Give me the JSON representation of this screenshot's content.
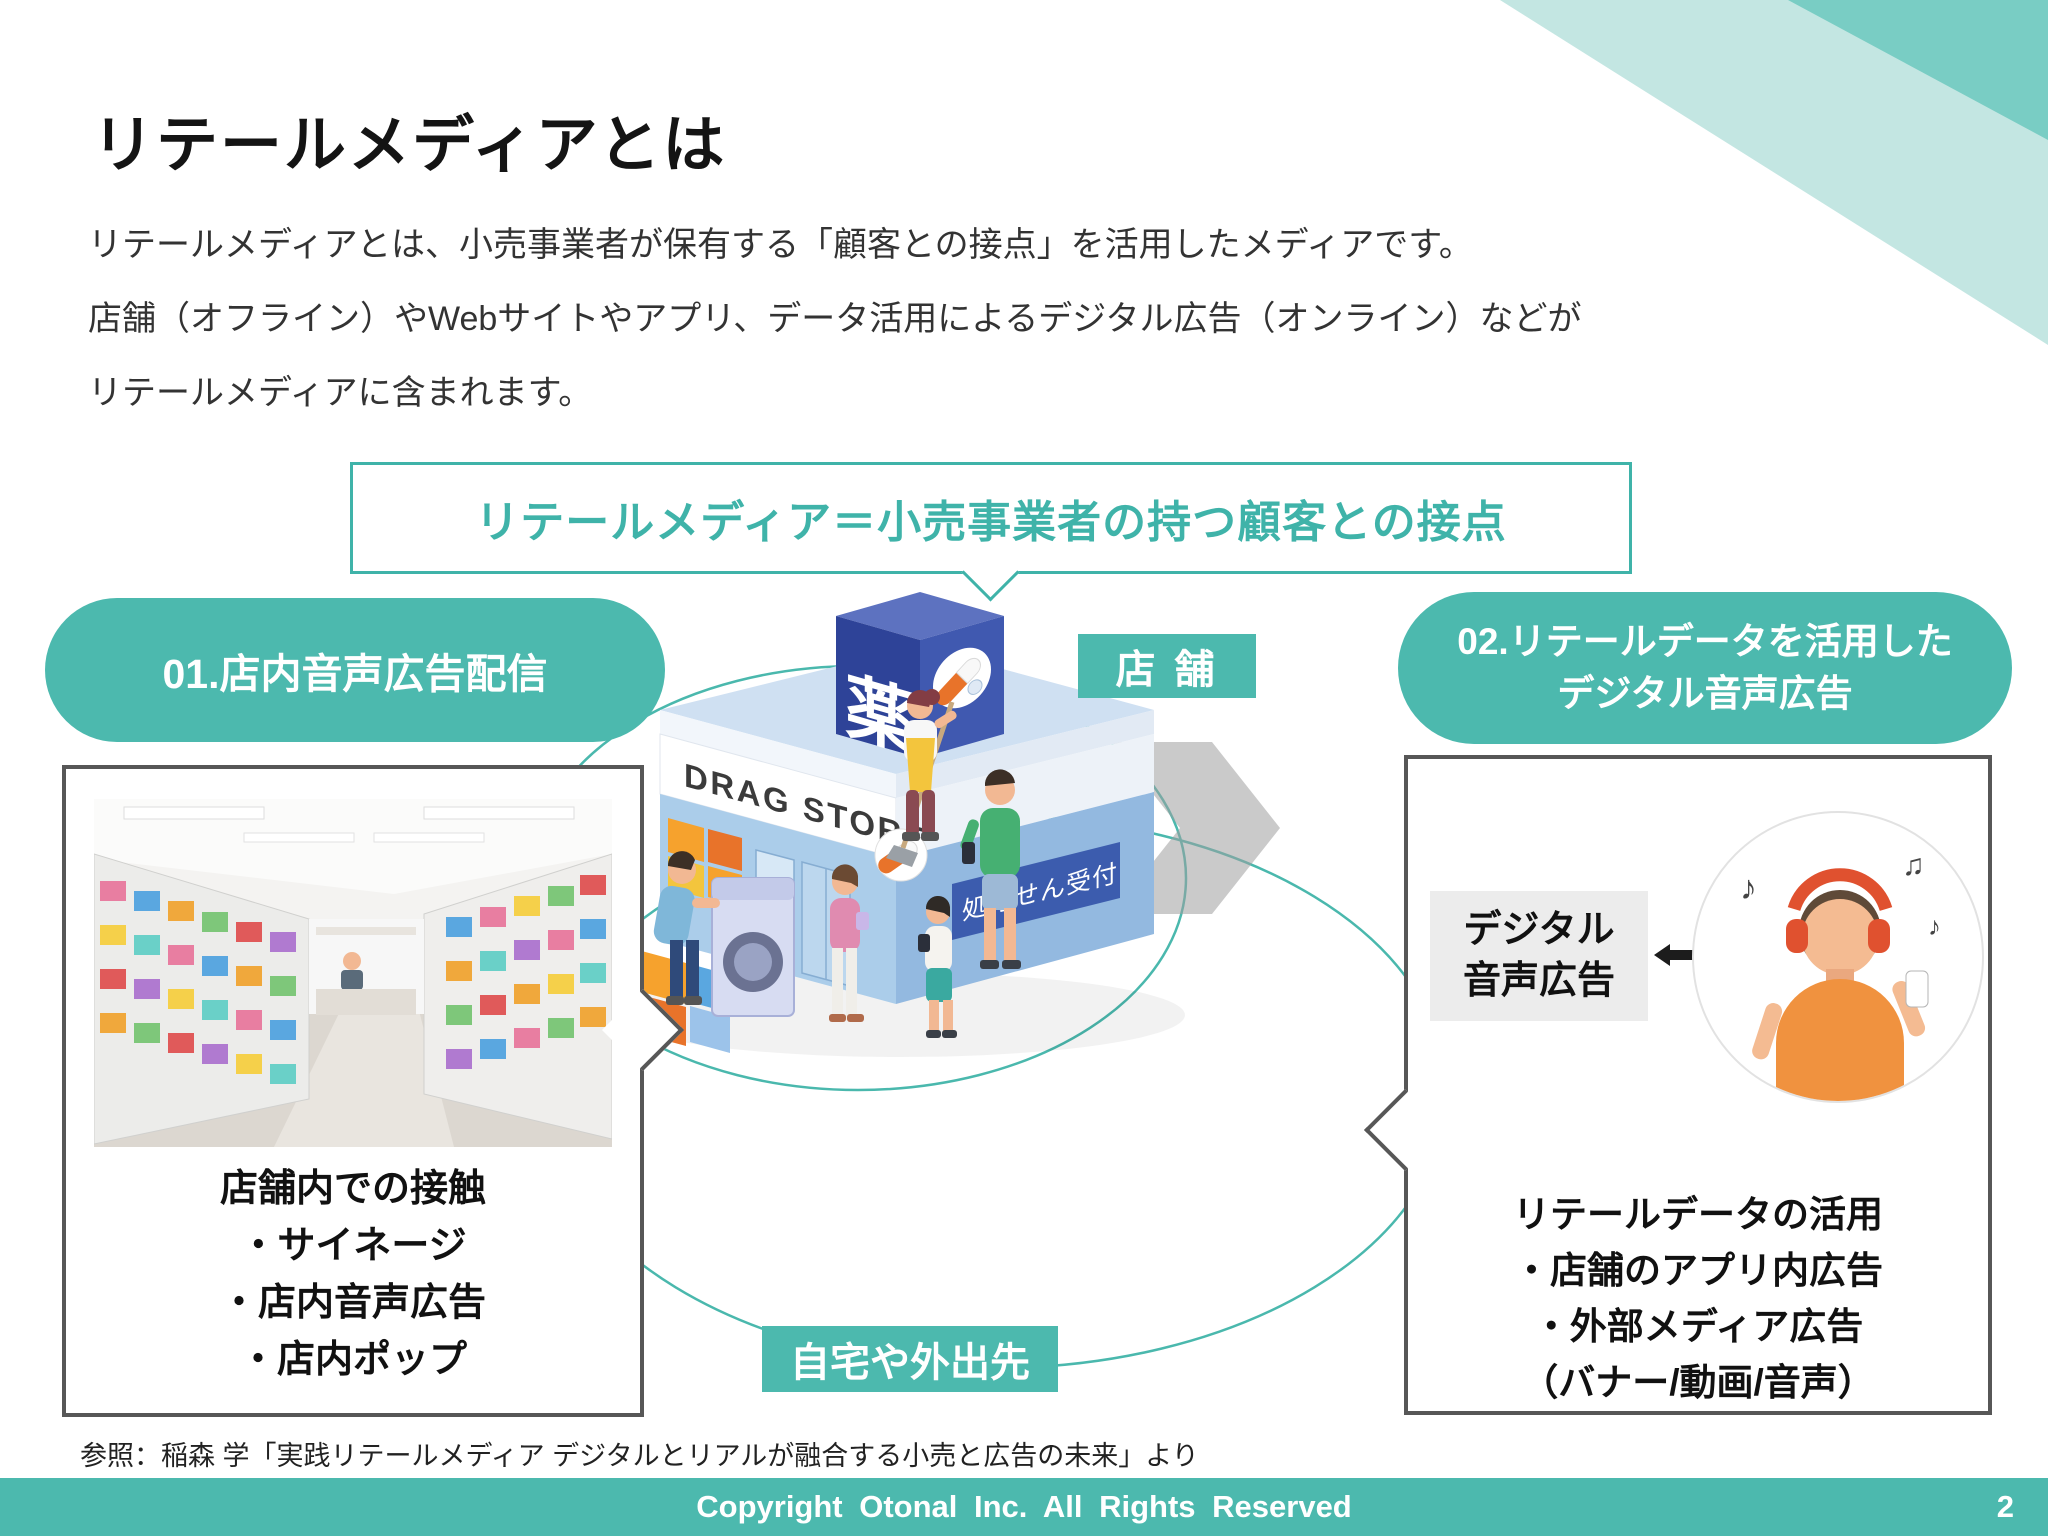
{
  "slide": {
    "title": "リテールメディアとは",
    "intro": [
      "リテールメディアとは、小売事業者が保有する「顧客との接点」を活用したメディアです。",
      "店舗（オフライン）やWebサイトやアプリ、データ活用によるデジタル広告（オンライン）などが",
      "リテールメディアに含まれます。"
    ],
    "callout": "リテールメディア＝小売事業者の持つ顧客との接点",
    "pill_01": "01.店内音声広告配信",
    "pill_02": [
      "02.リテールデータを活用した",
      "デジタル音声広告"
    ],
    "store_tag": "店 舗",
    "home_tag": "自宅や外出先",
    "instore_box": {
      "heading": "店舗内での接触",
      "bullets": [
        "・サイネージ",
        "・店内音声広告",
        "・店内ポップ"
      ]
    },
    "digital_box": {
      "label": [
        "デジタル",
        "音声広告"
      ],
      "heading": "リテールデータの活用",
      "bullets": [
        "・店舗のアプリ内広告",
        "・外部メディア広告",
        "（バナー/動画/音声）"
      ]
    },
    "illustration": {
      "sign": "薬",
      "store_name": "DRAG STORE",
      "reception": "処方せん受付"
    },
    "icons": {
      "note1": "♪",
      "note2": "♫",
      "note3": "♪"
    },
    "reference": "参照：稲森 学「実践リテールメディア デジタルとリアルが融合する小売と広告の未来」より",
    "footer": {
      "copyright": "Copyright Otonal Inc. All Rights Reserved",
      "page": "2"
    },
    "colors": {
      "teal": "#4cb9ae",
      "teal_text": "#3fb3a9",
      "navy": "#2e4398",
      "border_gray": "#575757"
    }
  }
}
